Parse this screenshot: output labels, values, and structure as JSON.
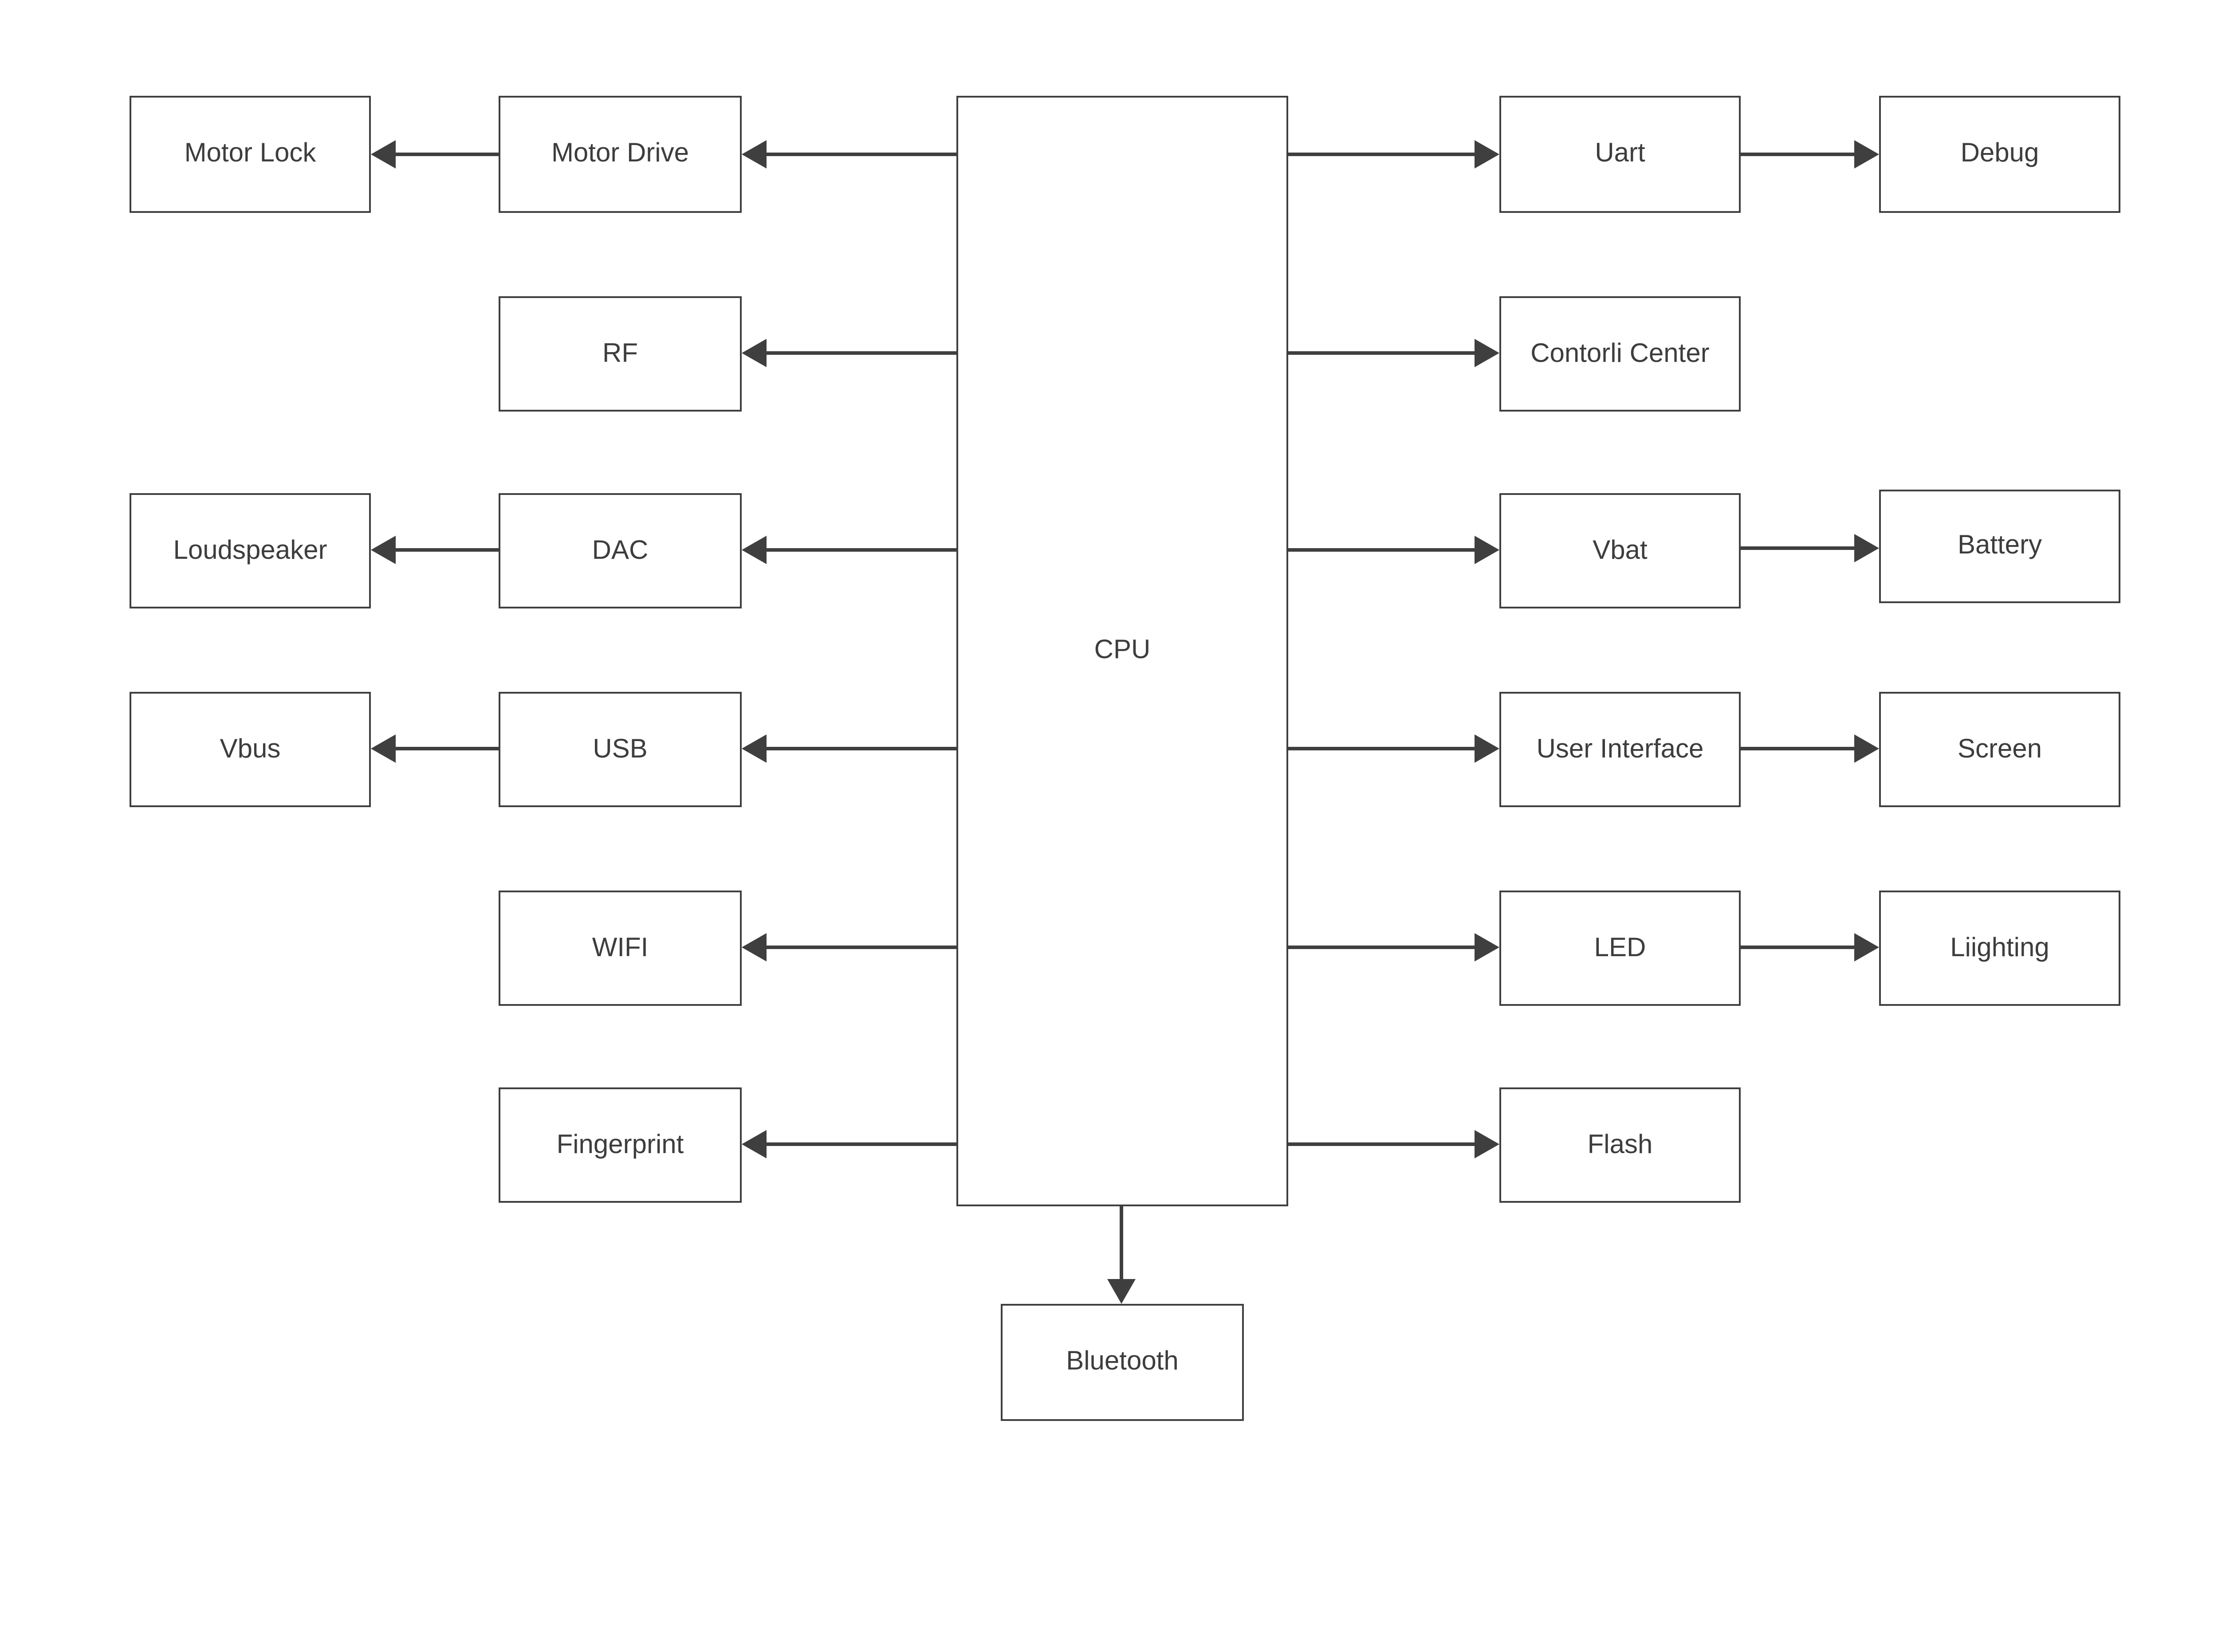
{
  "diagram": {
    "type": "block-diagram",
    "colors": {
      "stroke": "#3f3f3f",
      "text": "#3d3d3d",
      "background": "#ffffff"
    },
    "nodes": {
      "motor_lock": {
        "label": "Motor Lock"
      },
      "motor_drive": {
        "label": "Motor Drive"
      },
      "rf": {
        "label": "RF"
      },
      "loudspeaker": {
        "label": "Loudspeaker"
      },
      "dac": {
        "label": "DAC"
      },
      "vbus": {
        "label": "Vbus"
      },
      "usb": {
        "label": "USB"
      },
      "wifi": {
        "label": "WIFI"
      },
      "fingerprint": {
        "label": "Fingerprint"
      },
      "cpu": {
        "label": "CPU"
      },
      "uart": {
        "label": "Uart"
      },
      "debug": {
        "label": "Debug"
      },
      "contorli_center": {
        "label": "Contorli Center"
      },
      "vbat": {
        "label": "Vbat"
      },
      "battery": {
        "label": "Battery"
      },
      "user_interface": {
        "label": "User Interface"
      },
      "screen": {
        "label": "Screen"
      },
      "led": {
        "label": "LED"
      },
      "liighting": {
        "label": "Liighting"
      },
      "flash": {
        "label": "Flash"
      },
      "bluetooth": {
        "label": "Bluetooth"
      }
    },
    "edges": [
      {
        "from": "CPU",
        "to": "Motor Drive"
      },
      {
        "from": "Motor Drive",
        "to": "Motor Lock"
      },
      {
        "from": "CPU",
        "to": "RF"
      },
      {
        "from": "CPU",
        "to": "DAC"
      },
      {
        "from": "DAC",
        "to": "Loudspeaker"
      },
      {
        "from": "CPU",
        "to": "USB"
      },
      {
        "from": "USB",
        "to": "Vbus"
      },
      {
        "from": "CPU",
        "to": "WIFI"
      },
      {
        "from": "CPU",
        "to": "Fingerprint"
      },
      {
        "from": "CPU",
        "to": "Uart"
      },
      {
        "from": "Uart",
        "to": "Debug"
      },
      {
        "from": "CPU",
        "to": "Contorli Center"
      },
      {
        "from": "CPU",
        "to": "Vbat"
      },
      {
        "from": "Vbat",
        "to": "Battery"
      },
      {
        "from": "CPU",
        "to": "User Interface"
      },
      {
        "from": "User Interface",
        "to": "Screen"
      },
      {
        "from": "CPU",
        "to": "LED"
      },
      {
        "from": "LED",
        "to": "Liighting"
      },
      {
        "from": "CPU",
        "to": "Flash"
      },
      {
        "from": "CPU",
        "to": "Bluetooth"
      }
    ]
  }
}
